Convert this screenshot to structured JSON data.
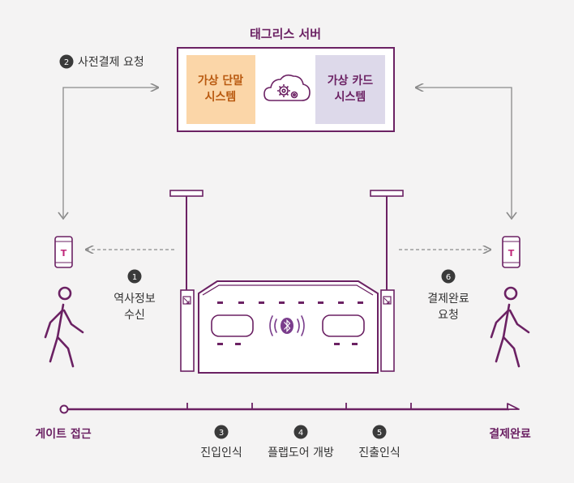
{
  "server": {
    "title": "태그리스 서버",
    "left_box": {
      "line1": "가상 단말",
      "line2": "시스템"
    },
    "right_box": {
      "line1": "가상 카드",
      "line2": "시스템"
    }
  },
  "steps": {
    "s1": {
      "num": "1",
      "line1": "역사정보",
      "line2": "수신"
    },
    "s2": {
      "num": "2",
      "label": "사전결제 요청"
    },
    "s3": {
      "num": "3",
      "label": "진입인식"
    },
    "s4": {
      "num": "4",
      "label": "플랩도어 개방"
    },
    "s5": {
      "num": "5",
      "label": "진출인식"
    },
    "s6": {
      "num": "6",
      "line1": "결제완료",
      "line2": "요청"
    }
  },
  "timeline": {
    "start_label": "게이트 접근",
    "end_label": "결제완료"
  },
  "phone_glyph": "T",
  "colors": {
    "purple": "#6b2163",
    "orange_box": "#fbd6a8",
    "orange_text": "#b95a10",
    "lavender_box": "#ddd9ea",
    "lavender_text": "#6b2163",
    "badge": "#3a3a3a",
    "arrow_gray": "#8a8a8a",
    "bg": "#f4f3f3"
  }
}
